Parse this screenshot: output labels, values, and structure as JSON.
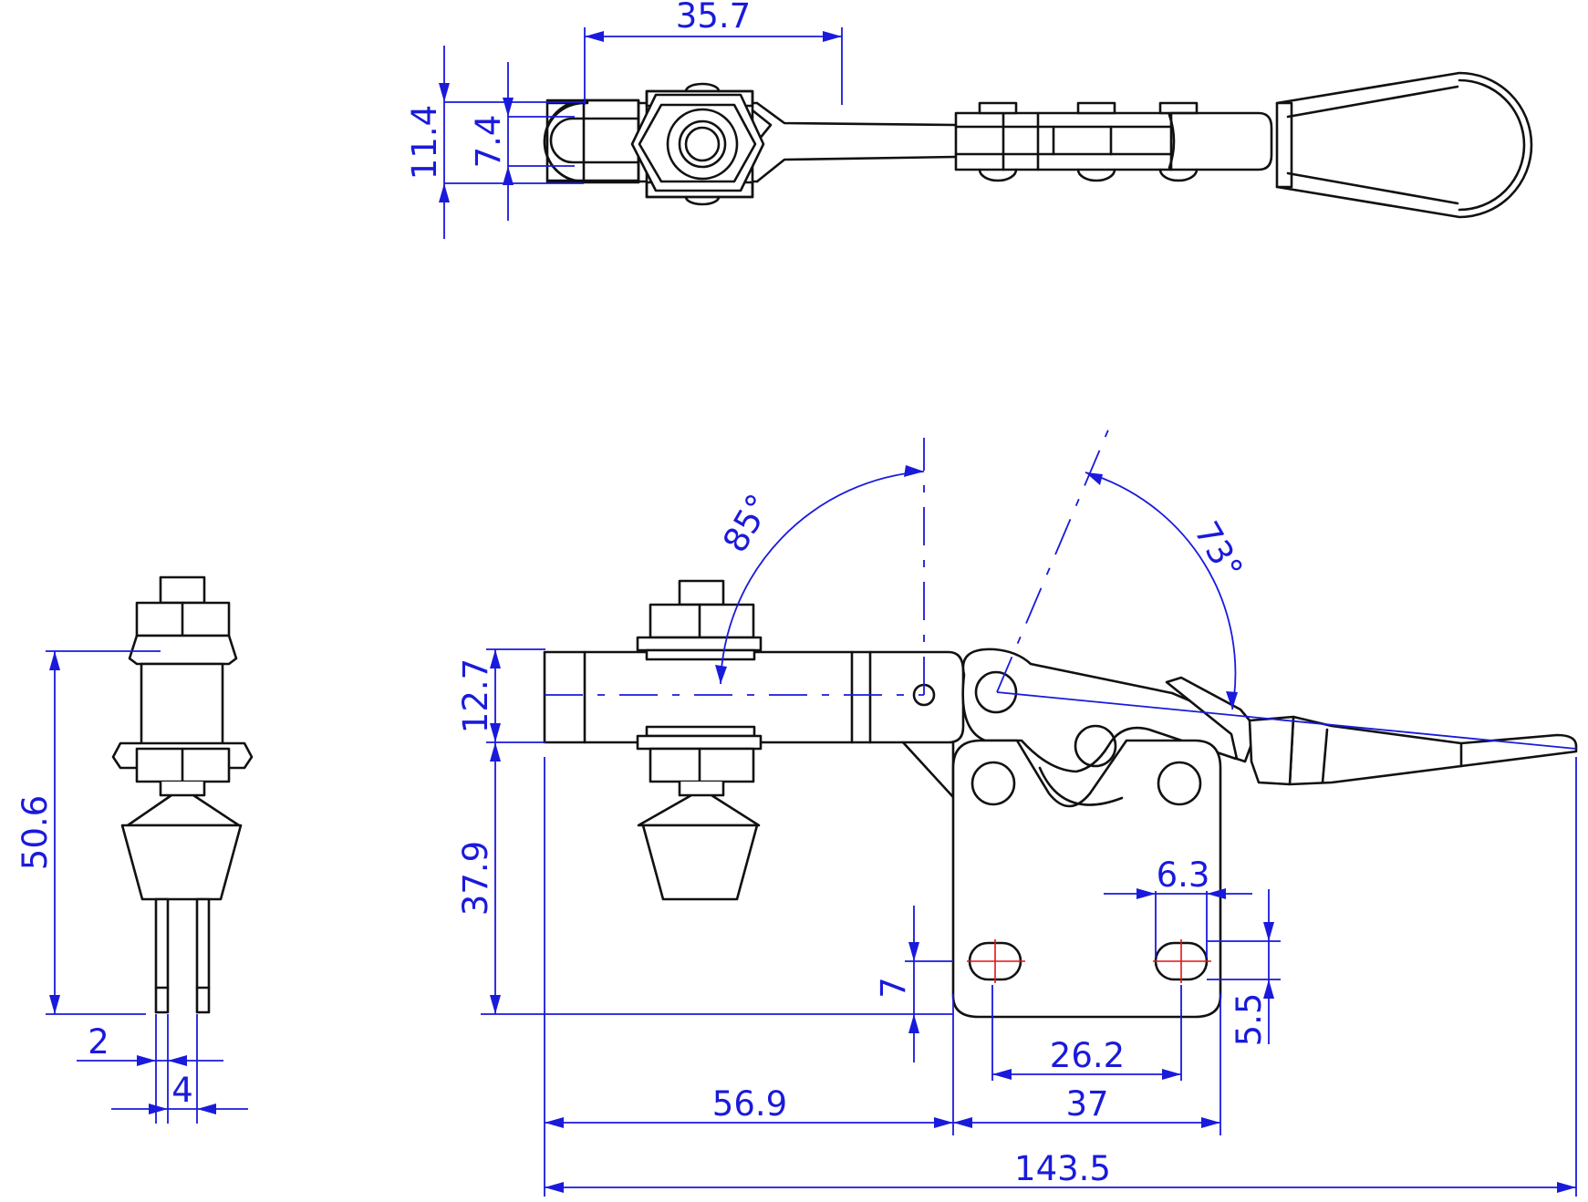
{
  "colors": {
    "dimension": "#1a1adc",
    "outline": "#111111",
    "center_mark": "#e01515",
    "background": "#ffffff"
  },
  "dimensions": {
    "top_length": "35.7",
    "top_height_outer": "11.4",
    "top_height_inner": "7.4",
    "open_angle": "85°",
    "handle_angle": "73°",
    "arm_height": "12.7",
    "base_height": "37.9",
    "side_height": "50.6",
    "side_spindle_gap": "2",
    "side_spindle_width": "4",
    "hole_slot_length": "6.3",
    "hole_edge_offset": "7",
    "hole_spacing": "26.2",
    "hole_vertical_edge": "5.5",
    "arm_to_base": "56.9",
    "base_width": "37",
    "overall_length": "143.5"
  }
}
